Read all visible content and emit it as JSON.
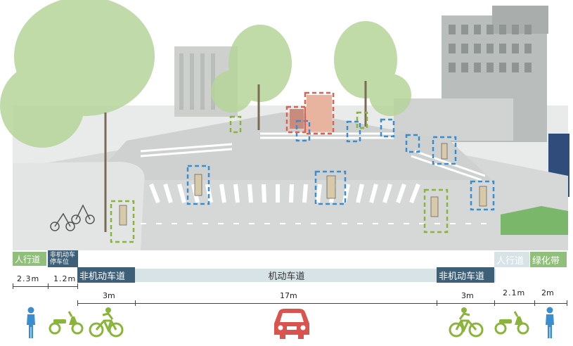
{
  "zones_top": {
    "sidewalk_left": "人行道",
    "parking_nonmotor_line1": "非机动车",
    "parking_nonmotor_line2": "停车位",
    "sidewalk_right": "人行道",
    "green_belt": "绿化带"
  },
  "lanes": {
    "nonmotor_left": "非机动车道",
    "motor": "机动车道",
    "nonmotor_right": "非机动车道"
  },
  "dimensions": {
    "d1": "2.3m",
    "d2": "1.2m",
    "d3": "3m",
    "d4": "17m",
    "d5": "3m",
    "d6": "2.1m",
    "d7": "2m"
  },
  "colors": {
    "sidewalk": "#8fbf7a",
    "nonmotor": "#3d5f78",
    "motor": "#d7e3e6",
    "pedestrian": "#3a8ed0",
    "bike": "#8ab43a",
    "car": "#d9534f",
    "dash_blue": "#3a8ed0",
    "dash_green": "#8ab43a",
    "dash_red": "#e06050"
  },
  "icons": [
    "pedestrian-icon",
    "scooter-icon",
    "cyclist-icon",
    "car-icon",
    "cyclist-icon",
    "scooter-icon",
    "pedestrian-icon"
  ]
}
